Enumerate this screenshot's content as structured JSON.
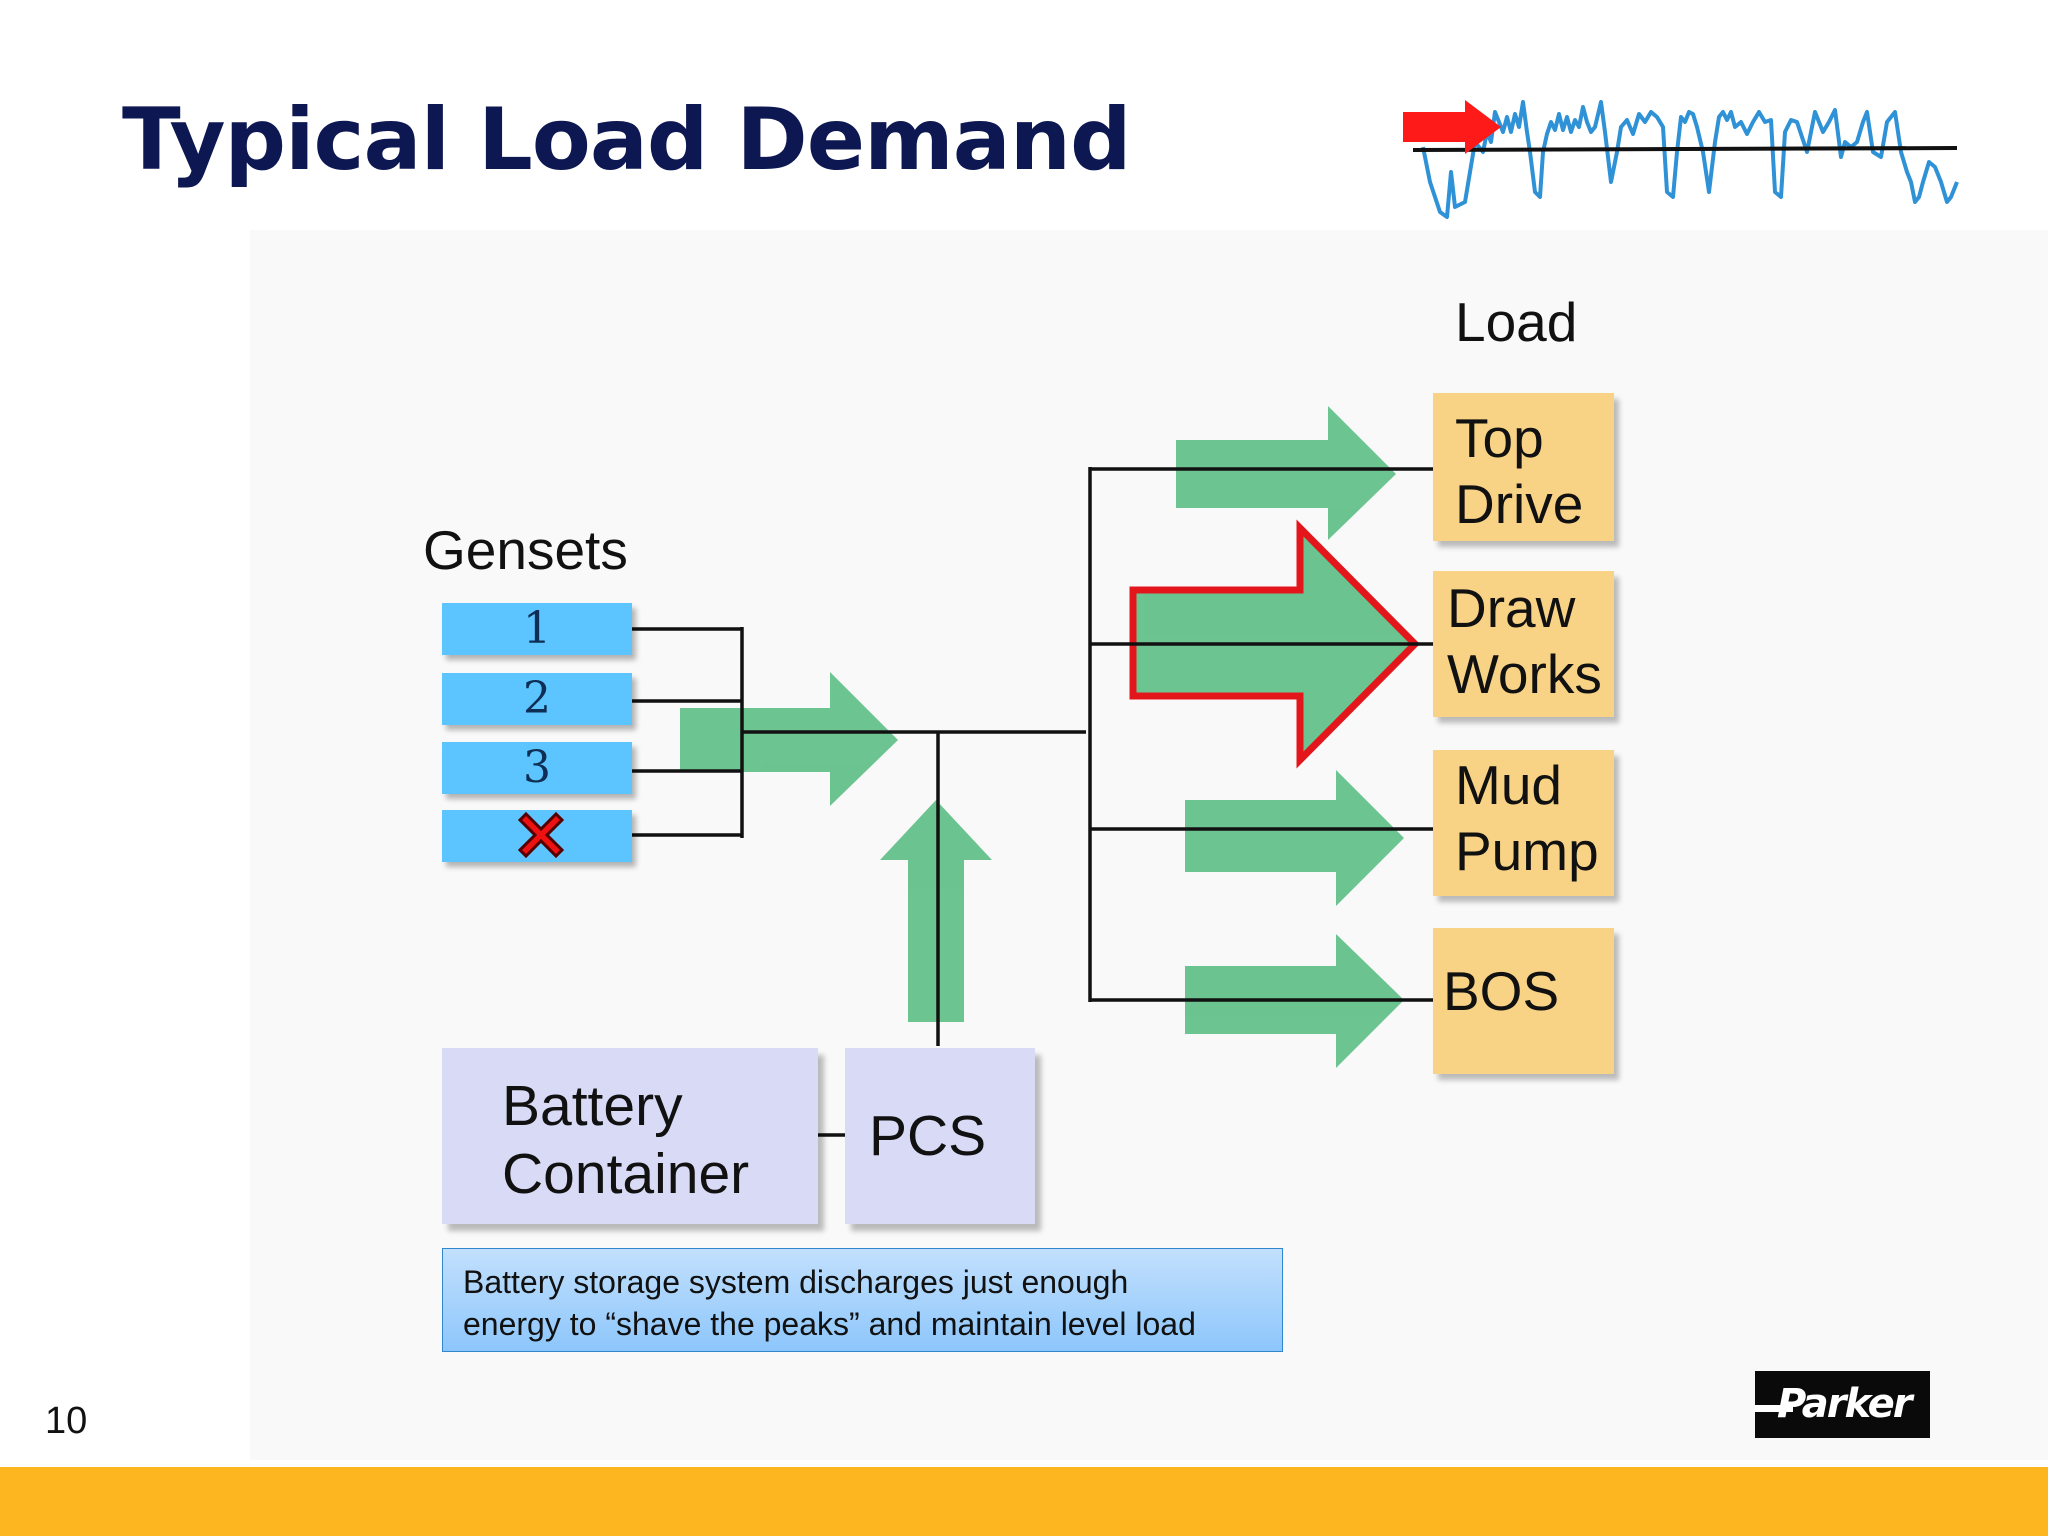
{
  "slide": {
    "title": "Typical Load Demand",
    "page_number": "10"
  },
  "gensets": {
    "heading": "Gensets",
    "units": [
      {
        "label": "1",
        "status": "online"
      },
      {
        "label": "2",
        "status": "online"
      },
      {
        "label": "3",
        "status": "online"
      },
      {
        "label": "",
        "status": "offline",
        "icon": "red-x-icon"
      }
    ]
  },
  "load": {
    "heading": "Load",
    "items": [
      {
        "line1": "Top",
        "line2": "Drive",
        "highlighted": false
      },
      {
        "line1": "Draw",
        "line2": "Works",
        "highlighted": true
      },
      {
        "line1": "Mud",
        "line2": "Pump",
        "highlighted": false
      },
      {
        "line1": "BOS",
        "line2": "",
        "highlighted": false
      }
    ]
  },
  "storage": {
    "battery_line1": "Battery",
    "battery_line2": "Container",
    "pcs": "PCS"
  },
  "caption": {
    "line1": "Battery storage system discharges just enough",
    "line2": "energy to “shave the peaks” and maintain level load"
  },
  "logo": {
    "text": "Parker"
  },
  "colors": {
    "title": "#0d1752",
    "genset_fill": "#5cc4ff",
    "load_fill": "#f8d385",
    "flow_arrow": "#5cbe85",
    "highlight_outline": "#e3171b",
    "battery_fill": "#d8daf6",
    "footer_bar": "#fdb61f",
    "waveform": "#2f92d6"
  }
}
